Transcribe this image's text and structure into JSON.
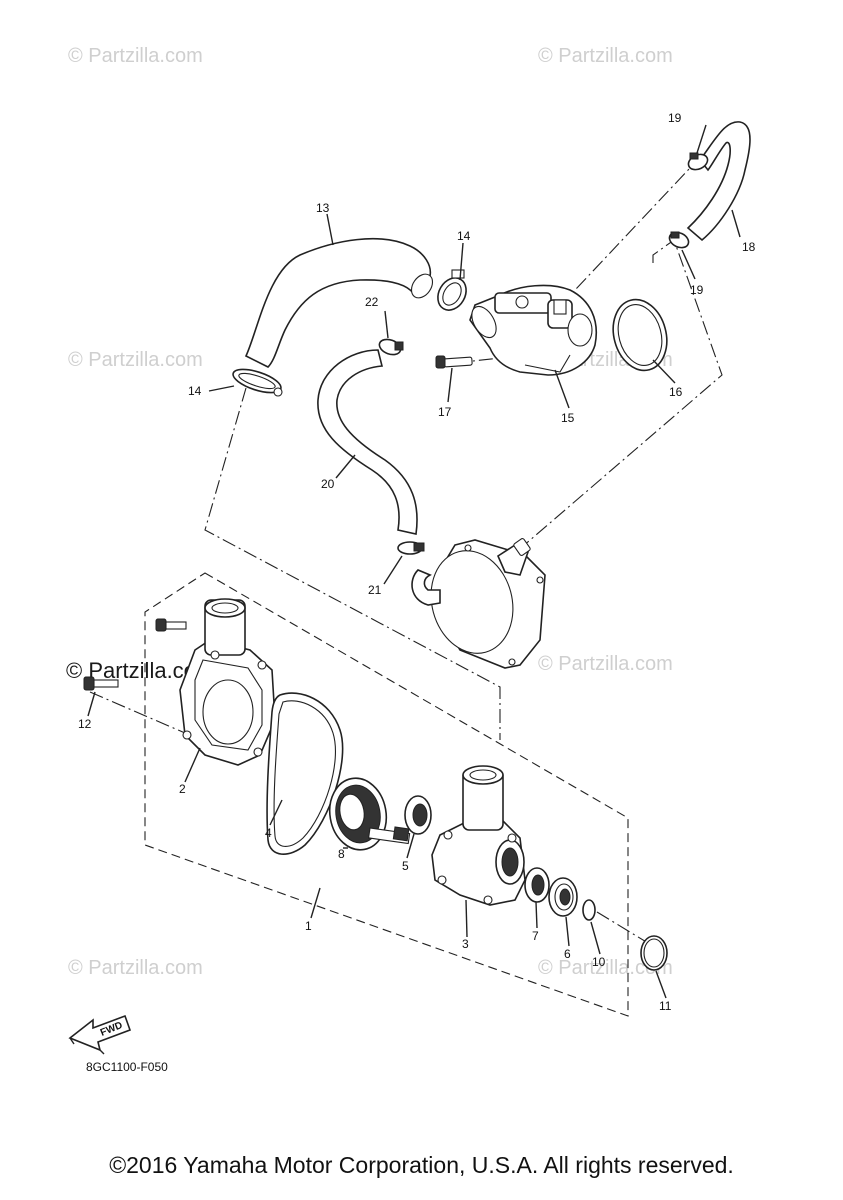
{
  "watermarks": [
    {
      "text": "© Partzilla.com"
    },
    {
      "text": "© Partzilla.com"
    },
    {
      "text": "© Partzilla.com"
    },
    {
      "text": "© Partzilla.com"
    },
    {
      "text": "© Partzilla.com"
    },
    {
      "text": "© Partzilla.com"
    },
    {
      "text": "© Partzilla.com"
    },
    {
      "text": "© Partzilla.com"
    }
  ],
  "watermark_strong": "© Partzilla.com",
  "part_labels": {
    "p1": "1",
    "p2": "2",
    "p3": "3",
    "p4": "4",
    "p5": "5",
    "p6": "6",
    "p7": "7",
    "p8": "8",
    "p10": "10",
    "p11": "11",
    "p12": "12",
    "p13": "13",
    "p14a": "14",
    "p14b": "14",
    "p15": "15",
    "p16": "16",
    "p17": "17",
    "p18": "18",
    "p19a": "19",
    "p19b": "19",
    "p20": "20",
    "p21": "21",
    "p22": "22"
  },
  "fwd_label": "FWD",
  "diagram_code": "8GC1100-F050",
  "copyright": "©2016 Yamaha Motor Corporation, U.S.A. All rights reserved."
}
